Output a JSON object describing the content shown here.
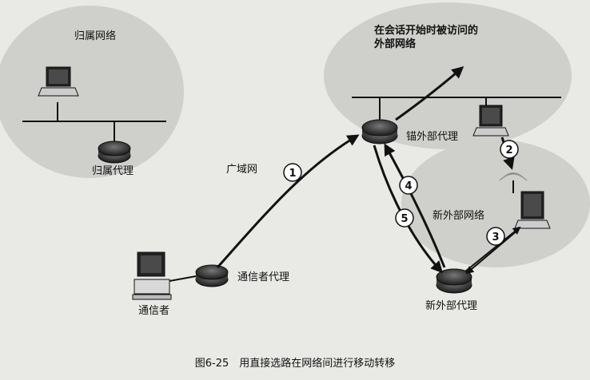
{
  "labels": {
    "home_network": "归属网络",
    "home_agent": "归属代理",
    "wan": "广域网",
    "correspondent_agent": "通信者代理",
    "correspondent": "通信者",
    "anchor_foreign_agent": "锚外部代理",
    "initial_visited_network": "在会话开始时被访问的外部网络",
    "new_foreign_network": "新外部网络",
    "new_foreign_agent": "新外部代理"
  },
  "steps": [
    "1",
    "2",
    "3",
    "4",
    "5"
  ],
  "caption": "图6-25　用直接选路在网络间进行移动转移",
  "colors": {
    "background": "#e9e9e6",
    "cloud": "#cfcfcc",
    "line": "#111111",
    "router_dark": "#2b2b2b"
  }
}
